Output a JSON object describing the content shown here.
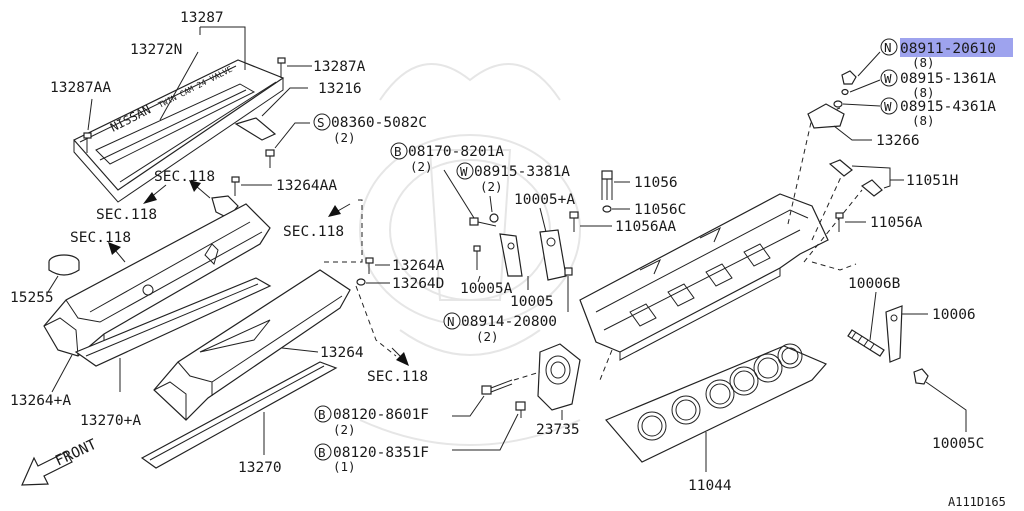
{
  "diagram_code": "A111D165",
  "front_label": "FRONT",
  "emblem_text": "NISSAN",
  "cover_text": "TWIN CAM 24 VALVE",
  "parts": {
    "p13287": "13287",
    "p13272N": "13272N",
    "p13287A": "13287A",
    "p13287AA": "13287AA",
    "p13216": "13216",
    "p08360": "08360-5082C",
    "q08360": "(2)",
    "sym08360": "S",
    "p13264AA": "13264AA",
    "sec1": "SEC.118",
    "sec2": "SEC.118",
    "sec3": "SEC.118",
    "sec4": "SEC.118",
    "sec5": "SEC.118",
    "p15255": "15255",
    "p13264A_lbl": "13264+A",
    "p13270A_lbl": "13270+A",
    "p13264A": "13264A",
    "p13264D": "13264D",
    "p13264": "13264",
    "p13270": "13270",
    "p08170": "08170-8201A",
    "q08170": "(2)",
    "sym08170": "B",
    "p08915_3381A": "08915-3381A",
    "q08915_3381A": "(2)",
    "sym08915_3381A": "W",
    "p10005A_plus": "10005+A",
    "p10005A": "10005A",
    "p10005": "10005",
    "p08914": "08914-20800",
    "q08914": "(2)",
    "sym08914": "N",
    "p11056": "11056",
    "p11056C": "11056C",
    "p11056AA": "11056AA",
    "p08911": "08911-20610",
    "q08911": "(8)",
    "sym08911": "N",
    "p08915_1361A": "08915-1361A",
    "q08915_1361A": "(8)",
    "sym08915_1361A": "W",
    "p08915_4361A": "08915-4361A",
    "q08915_4361A": "(8)",
    "sym08915_4361A": "W",
    "p13266": "13266",
    "p11051H": "11051H",
    "p11056A": "11056A",
    "p10006B": "10006B",
    "p10006": "10006",
    "p10005C": "10005C",
    "p08120_8601F": "08120-8601F",
    "q08120_8601F": "(2)",
    "sym08120_8601F": "B",
    "p08120_8351F": "08120-8351F",
    "q08120_8351F": "(1)",
    "sym08120_8351F": "B",
    "p23735": "23735",
    "p11044": "11044"
  },
  "colors": {
    "highlight": "#9ea3ee",
    "line": "#222222",
    "watermark": "#e6e6e6"
  }
}
